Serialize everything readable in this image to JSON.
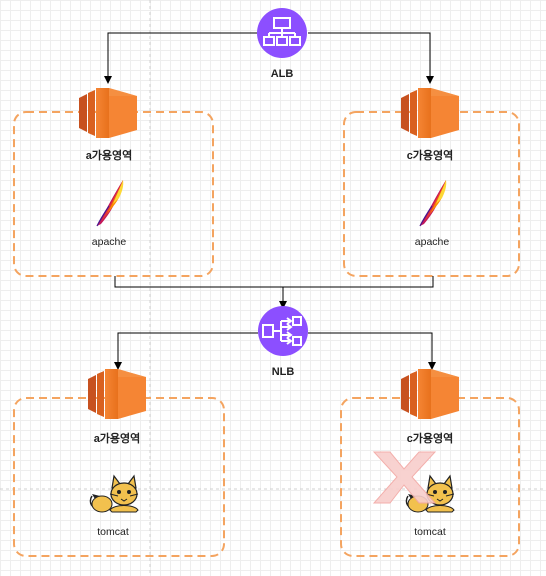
{
  "alb": {
    "label": "ALB",
    "color": "#8c4fff"
  },
  "nlb": {
    "label": "NLB",
    "color": "#8c4fff"
  },
  "zone_border_color": "#f4a460",
  "ec2_color": "#f58534",
  "zones": {
    "top_a": {
      "label": "a가용영역",
      "app": "apache"
    },
    "top_c": {
      "label": "c가용영역",
      "app": "apache"
    },
    "bottom_a": {
      "label": "a가용영역",
      "app": "tomcat"
    },
    "bottom_c": {
      "label": "c가용영역",
      "app": "tomcat",
      "status": "failed"
    }
  }
}
